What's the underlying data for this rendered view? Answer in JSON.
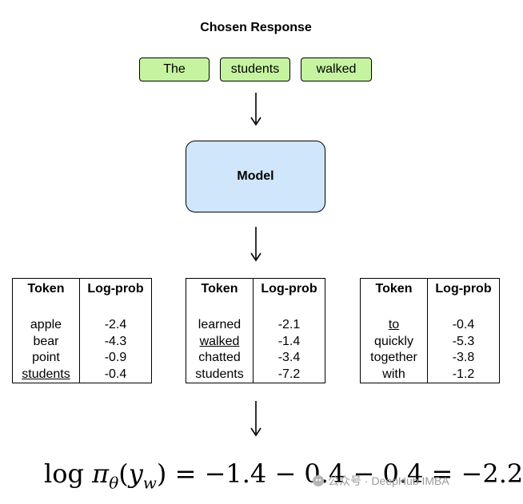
{
  "title": "Chosen Response",
  "tokens": [
    "The",
    "students",
    "walked"
  ],
  "model_label": "Model",
  "tables": [
    {
      "header_token": "Token",
      "header_logprob": "Log-prob",
      "rows": [
        {
          "token": "apple",
          "logprob": "-2.4",
          "underline": false
        },
        {
          "token": "bear",
          "logprob": "-4.3",
          "underline": false
        },
        {
          "token": "point",
          "logprob": "-0.9",
          "underline": false
        },
        {
          "token": "students",
          "logprob": "-0.4",
          "underline": true
        }
      ]
    },
    {
      "header_token": "Token",
      "header_logprob": "Log-prob",
      "rows": [
        {
          "token": "learned",
          "logprob": "-2.1",
          "underline": false
        },
        {
          "token": "walked",
          "logprob": "-1.4",
          "underline": true
        },
        {
          "token": "chatted",
          "logprob": "-3.4",
          "underline": false
        },
        {
          "token": "students",
          "logprob": "-7.2",
          "underline": false
        }
      ]
    },
    {
      "header_token": "Token",
      "header_logprob": "Log-prob",
      "rows": [
        {
          "token": "to",
          "logprob": "-0.4",
          "underline": true
        },
        {
          "token": "quickly",
          "logprob": "-5.3",
          "underline": false
        },
        {
          "token": "together",
          "logprob": "-3.8",
          "underline": false
        },
        {
          "token": "with",
          "logprob": "-1.2",
          "underline": false
        }
      ]
    }
  ],
  "formula": {
    "lhs_log": "log",
    "lhs_pi": "π",
    "lhs_theta": "θ",
    "lhs_open": "(",
    "lhs_y": "y",
    "lhs_w": "w",
    "lhs_close": ")",
    "rhs": " = −1.4 − 0.4 − 0.4 = −2.2"
  },
  "watermark": "公众号 · DeepHub IMBA",
  "colors": {
    "token_fill": "#c6f3a0",
    "model_fill": "#cfe6fb"
  }
}
